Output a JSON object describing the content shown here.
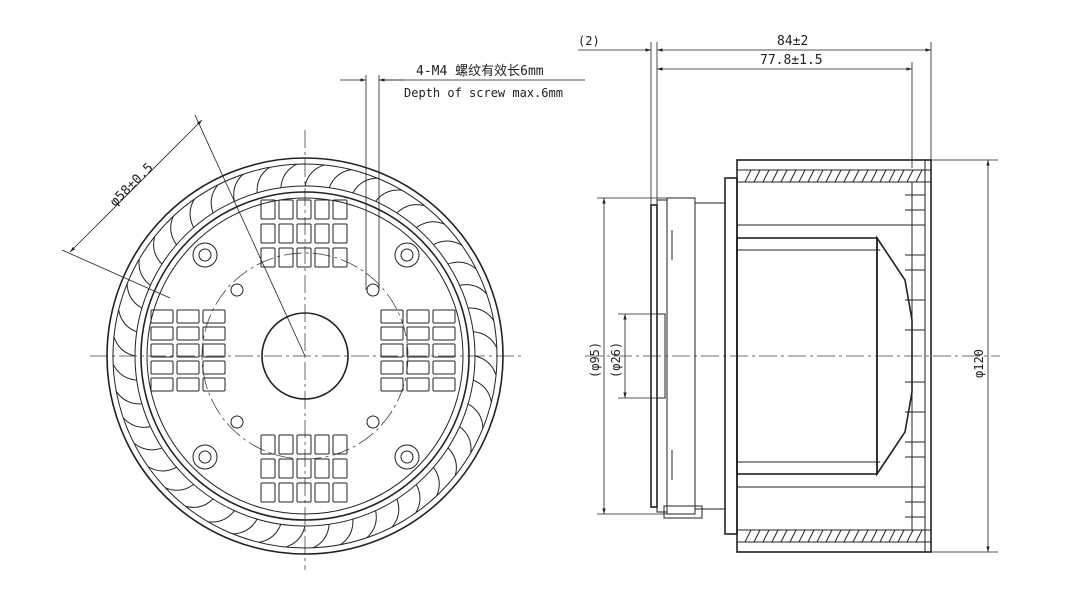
{
  "colors": {
    "line": "#222222",
    "background": "#ffffff"
  },
  "front_view": {
    "diameter_label": "φ58±0.5",
    "screw_callout_cn": "4-M4 螺纹有效长6mm",
    "screw_callout_en": "Depth of screw max.6mm"
  },
  "side_view": {
    "offset_label": "(2)",
    "overall_length_label": "84±2",
    "body_length_label": "77.8±1.5",
    "mount_diameter_label": "(φ95)",
    "boss_diameter_label": "(φ26)",
    "outer_diameter_label": "φ120"
  }
}
